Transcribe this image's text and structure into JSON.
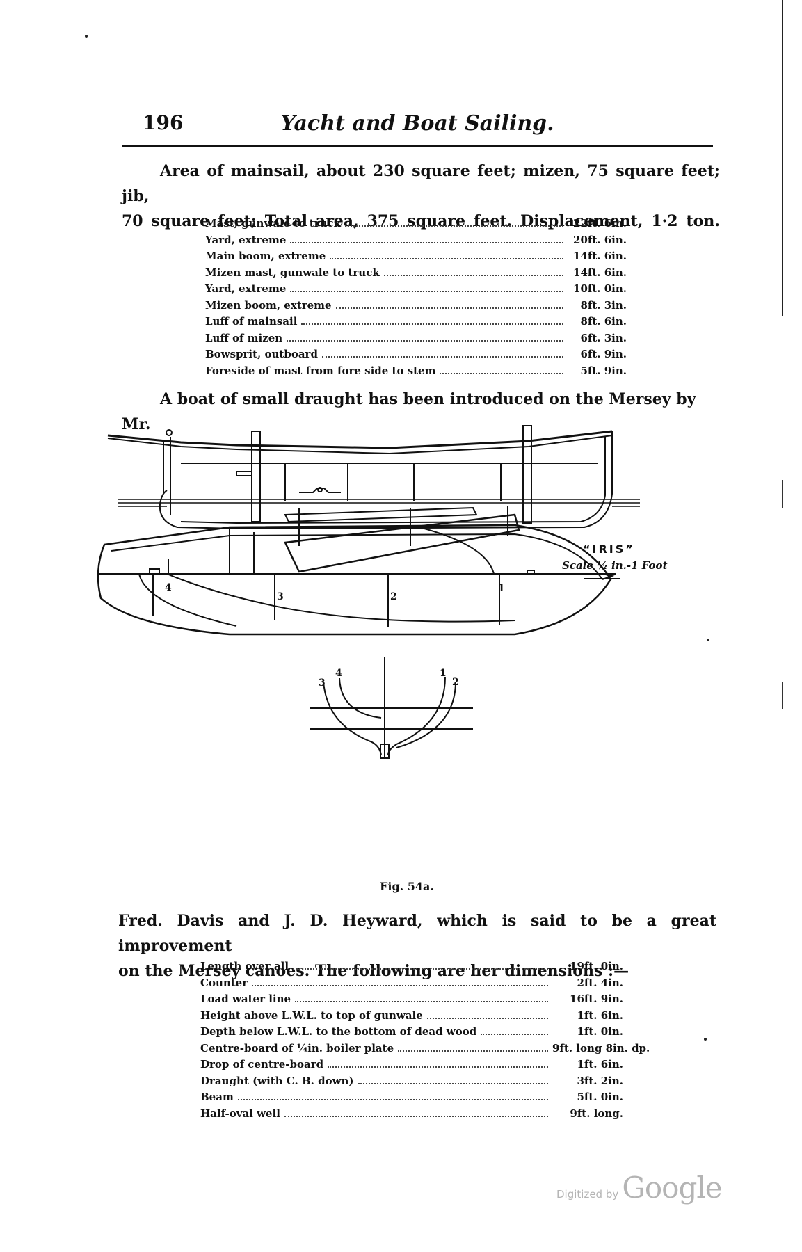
{
  "header": {
    "page_number": "196",
    "running_title": "Yacht and Boat Sailing."
  },
  "para1": {
    "line1": "Area of mainsail, about 230 square feet; mizen, 75 square feet; jib,",
    "line2": "70 square feet; Total area, 375 square feet. Displacement, 1·2 ton."
  },
  "dims1": [
    {
      "label": "Mast, gunwale to truck",
      "value": "22ft. 6in."
    },
    {
      "label": "Yard, extreme",
      "value": "20ft. 6in."
    },
    {
      "label": "Main boom, extreme",
      "value": "14ft. 6in."
    },
    {
      "label": "Mizen mast, gunwale to truck",
      "value": "14ft. 6in."
    },
    {
      "label": "Yard, extreme",
      "value": "10ft. 0in."
    },
    {
      "label": "Mizen boom, extreme",
      "value": "8ft. 3in."
    },
    {
      "label": "Luff of mainsail",
      "value": "8ft. 6in."
    },
    {
      "label": "Luff of mizen",
      "value": "6ft. 3in."
    },
    {
      "label": "Bowsprit, outboard",
      "value": "6ft. 9in."
    },
    {
      "label": "Foreside of mast from fore side to stem",
      "value": "5ft. 9in."
    }
  ],
  "para2": "A boat of small draught has been introduced on the Mersey by Mr.",
  "figure": {
    "boat_name": "“IRIS”",
    "scale": "Scale ½ in.-1 Foot",
    "caption": "Fig. 54a.",
    "station_1": "1",
    "station_2": "2",
    "station_3": "3",
    "station_4": "4"
  },
  "para3": {
    "line1": "Fred. Davis and J. D. Heyward, which is said to be a great improvement",
    "line2": "on the Mersey canoes.  The following are her dimensions :—"
  },
  "dims2": [
    {
      "label": "Length over all",
      "value": "19ft. 0in."
    },
    {
      "label": "Counter",
      "value": "2ft. 4in."
    },
    {
      "label": "Load water line",
      "value": "16ft. 9in."
    },
    {
      "label": "Height above L.W.L. to top of gunwale",
      "value": "1ft. 6in."
    },
    {
      "label": "Depth below L.W.L. to the bottom of dead wood",
      "value": "1ft. 0in."
    },
    {
      "label": "Centre-board of ¼in. boiler plate",
      "value": "9ft. long 8in. dp."
    },
    {
      "label": "Drop of centre-board",
      "value": "1ft. 6in."
    },
    {
      "label": "Draught (with C. B. down)",
      "value": "3ft. 2in."
    },
    {
      "label": "Beam",
      "value": "5ft. 0in."
    },
    {
      "label": "Half-oval well",
      "value": "9ft. long."
    }
  ],
  "watermark": {
    "prefix": "Digitized by",
    "brand": "Google"
  }
}
